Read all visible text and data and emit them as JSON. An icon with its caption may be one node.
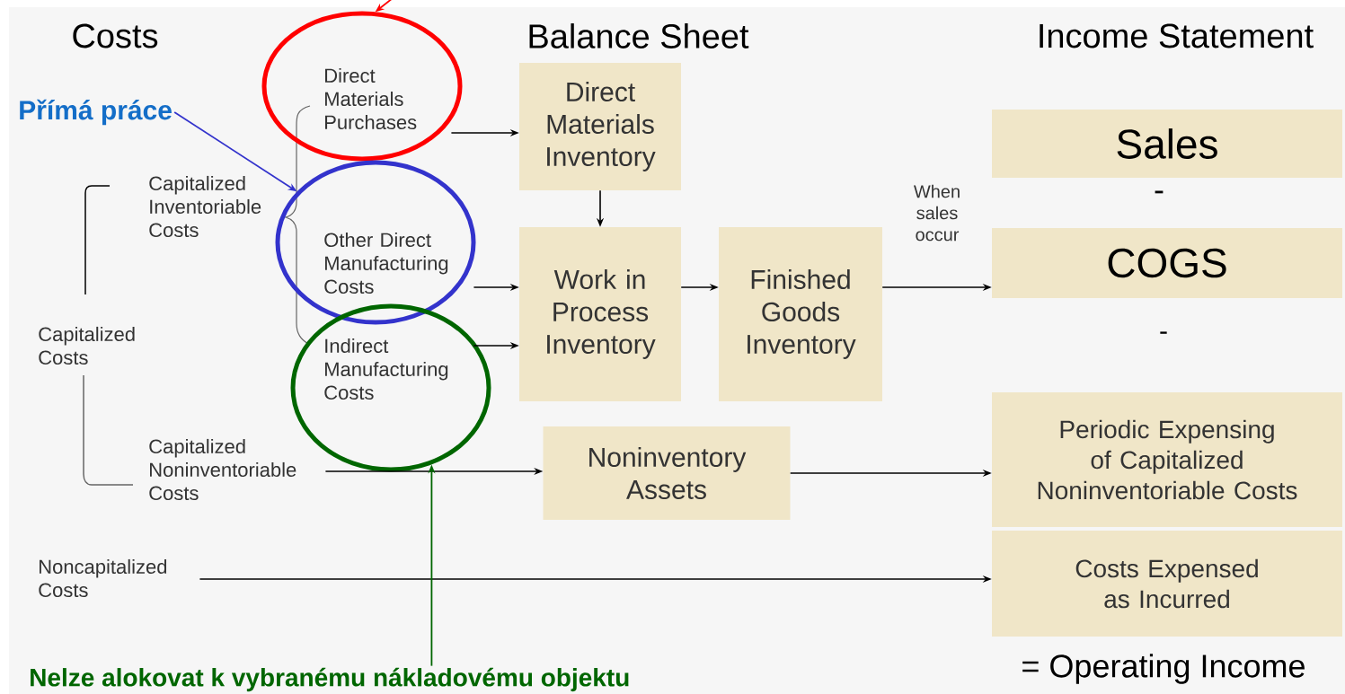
{
  "diagram": {
    "nodes": [
      {
        "text": [],
        "shape": "ellipse"
      },
      {
        "text": [
          "Direct Materials Purchases"
        ],
        "in": 0
      },
      {
        "text": [],
        "shape": "ellipse"
      },
      {
        "text": [
          "Other Direct Manufacturing Costs"
        ],
        "in": 2
      },
      {
        "text": [],
        "shape": "ellipse"
      },
      {
        "text": [
          "Indirect Manufacturing Costs"
        ],
        "in": 4
      },
      {
        "text": [
          "Capitalized Inventoriable Costs"
        ]
      },
      {
        "text": [
          "Capitalized Costs"
        ]
      },
      {
        "text": [
          "Capitalized Noninventoriable Costs"
        ]
      },
      {
        "text": [
          "Noncapitalized Costs"
        ]
      },
      {
        "text": [
          "Direct Materials Inventory"
        ]
      },
      {
        "text": [
          "Work in Process Inventory"
        ]
      },
      {
        "text": [
          "Finished Goods Inventory"
        ]
      },
      {
        "text": [
          "Noninventory Assets"
        ]
      },
      {
        "text": [
          "Sales"
        ]
      },
      {
        "text": [
          "COGS"
        ]
      },
      {
        "text": [
          "Periodic Expensing of Capitalized Noninventoriable Costs"
        ]
      },
      {
        "text": [
          "Costs Expensed as Incurred"
        ]
      },
      {
        "text": [
          "Přímá práce"
        ]
      },
      {
        "text": [
          "Nelze alokovat k vybranému nákladovému objektu"
        ]
      }
    ],
    "edges": [
      {
        "from": 1,
        "to": 10,
        "arrow": "to"
      },
      {
        "from": 3,
        "to": 11,
        "arrow": "to"
      },
      {
        "from": 5,
        "to": 11,
        "arrow": "to"
      },
      {
        "from": 10,
        "to": 11,
        "arrow": "to"
      },
      {
        "from": 11,
        "to": 12,
        "arrow": "to"
      },
      {
        "from": 12,
        "to": 15,
        "arrow": "to",
        "label": "When sales occur"
      },
      {
        "from": 8,
        "to": 13,
        "arrow": "to"
      },
      {
        "from": 13,
        "to": 16,
        "arrow": "to"
      },
      {
        "from": 9,
        "to": 17,
        "arrow": "to"
      },
      {
        "from": 18,
        "to": 2,
        "arrow": "to",
        "color": "#3333cc"
      },
      {
        "from": 19,
        "to": 4,
        "arrow": "to",
        "color": "#006600"
      },
      {
        "from": null,
        "to": 0,
        "arrow": "to",
        "color": "#ff0000"
      }
    ],
    "labels": [
      "Costs",
      "Balance Sheet",
      "Income Statement",
      "-",
      "-",
      "= Operating Income"
    ]
  }
}
